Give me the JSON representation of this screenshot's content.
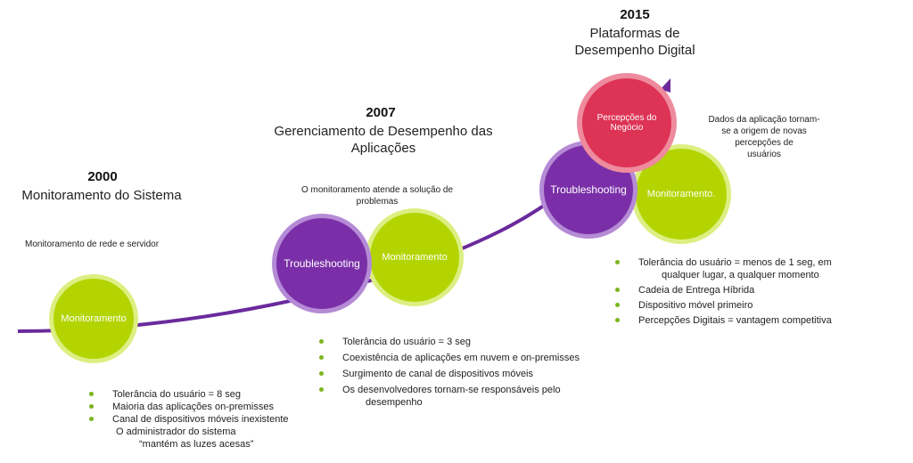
{
  "colors": {
    "line": "#6a2a9c",
    "green": "#b3d400",
    "purple": "#7a2fa8",
    "red": "#dd3355",
    "bullet": "#7ab51d"
  },
  "eras": [
    {
      "year": "2000",
      "title_lines": [
        "Monitoramento do Sistema"
      ],
      "note": "Monitoramento de rede e servidor",
      "circles": [
        "Monitoramento"
      ],
      "bullets": [
        {
          "lines": [
            "Tolerância do usuário = 8 seg"
          ]
        },
        {
          "lines": [
            "Maioria das aplicações on-premisses"
          ]
        },
        {
          "lines": [
            "Canal de dispositivos móveis inexistente",
            "O administrador do sistema",
            "“mantém as luzes acesas”"
          ]
        }
      ]
    },
    {
      "year": "2007",
      "title_lines": [
        "Gerenciamento de Desempenho das",
        "Aplicações"
      ],
      "note_lines": [
        "O monitoramento atende a solução de",
        "problemas"
      ],
      "circles": [
        "Troubleshooting",
        "Monitoramento"
      ],
      "bullets": [
        {
          "lines": [
            "Tolerância do usuário = 3 seg"
          ]
        },
        {
          "lines": [
            "Coexistência de aplicações em nuvem e on-premisses"
          ]
        },
        {
          "lines": [
            "Surgimento de canal de dispositivos móveis"
          ]
        },
        {
          "lines": [
            "Os desenvolvedores tornam-se responsáveis pelo",
            "desempenho"
          ]
        }
      ]
    },
    {
      "year": "2015",
      "title_lines": [
        "Plataformas de",
        "Desempenho Digital"
      ],
      "note_lines": [
        "Dados da aplicação tornam-",
        "se a origem de novas",
        "percepções de",
        "usuários"
      ],
      "circles": [
        "Percepções do Negócio",
        "Troubleshooting",
        "Monitoramento."
      ],
      "bullets": [
        {
          "lines": [
            "Tolerância do usuário = menos de 1 seg, em",
            "qualquer lugar, a qualquer momento"
          ]
        },
        {
          "lines": [
            "Cadeia de Entrega Híbrida"
          ]
        },
        {
          "lines": [
            "Dispositivo móvel primeiro"
          ]
        },
        {
          "lines": [
            "Percepções Digitais = vantagem competitiva"
          ]
        }
      ]
    }
  ]
}
